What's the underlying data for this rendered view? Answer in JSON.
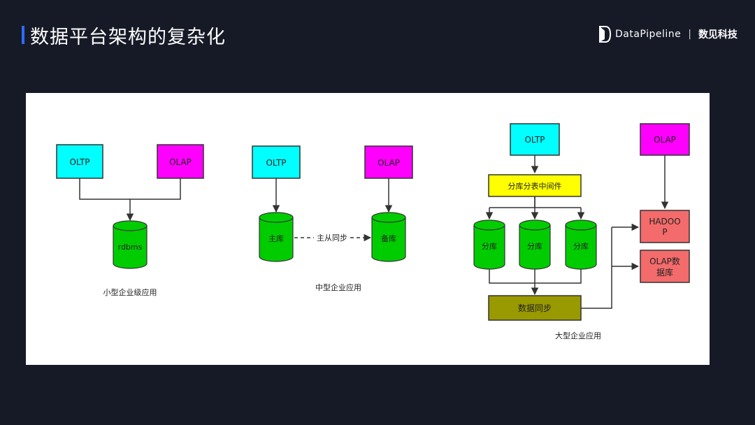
{
  "slide": {
    "title": "数据平台架构的复杂化",
    "accent_color": "#2d6cf5",
    "background_color": "#161926"
  },
  "brand": {
    "name": "DataPipeline",
    "separator": "|",
    "cn_name": "数见科技",
    "logo_icon": "datapipeline-logo-icon"
  },
  "diagram": {
    "colors": {
      "oltp": "#00ffff",
      "olap": "#ff00ff",
      "db": "#00cc00",
      "middleware": "#ffff00",
      "sync": "#999900",
      "hadoop": "#f46b6b"
    },
    "small": {
      "oltp": "OLTP",
      "olap": "OLAP",
      "db": "rdbms",
      "caption": "小型企业级应用"
    },
    "medium": {
      "oltp": "OLTP",
      "olap": "OLAP",
      "master": "主库",
      "replica": "备库",
      "sync_label": "主从同步",
      "caption": "中型企业应用"
    },
    "large": {
      "oltp": "OLTP",
      "olap": "OLAP",
      "middleware": "分库分表中间件",
      "shards": [
        "分库",
        "分库",
        "分库"
      ],
      "sync": "数据同步",
      "hadoop_line1": "HADOO",
      "hadoop_line2": "P",
      "olapdb_line1": "OLAP数",
      "olapdb_line2": "据库",
      "caption": "大型企业应用"
    }
  }
}
